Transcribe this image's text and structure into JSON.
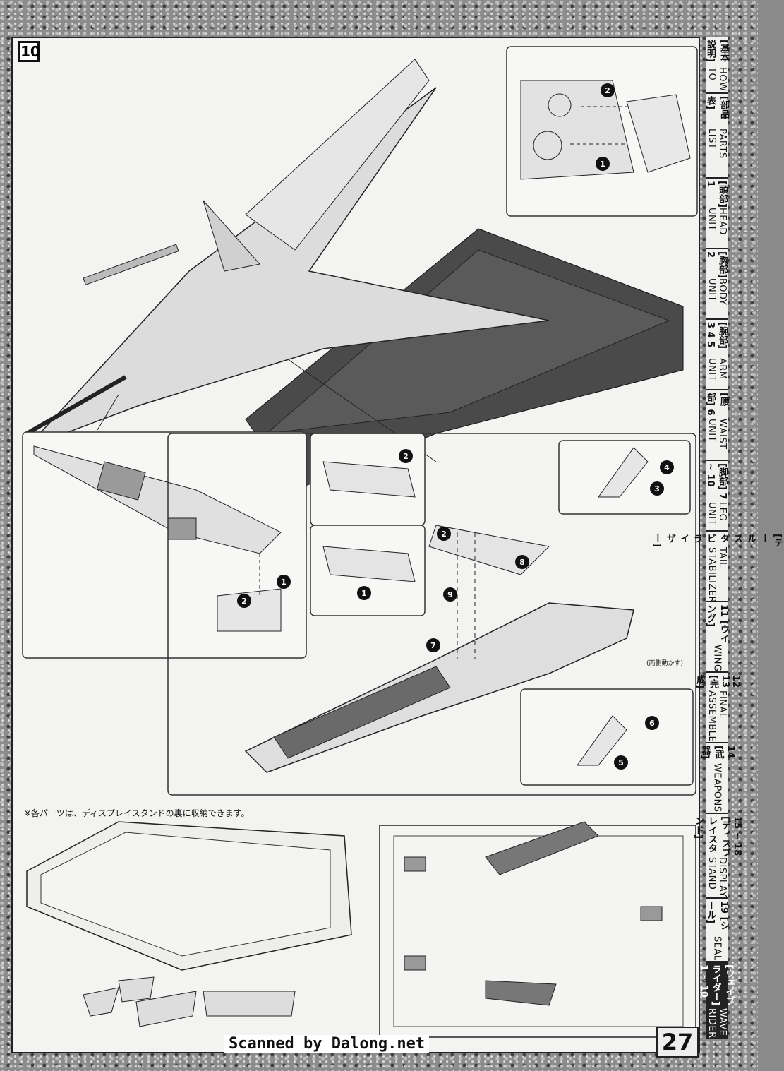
{
  "step_number": "10",
  "page_number": "27",
  "scan_credit": "Scanned by Dalong.net",
  "storage_note": "※各パーツは、ディスプレイスタンドの裏に収納できます。",
  "both_sides_label": "(両側動かす)",
  "step_markers": [
    "1",
    "2",
    "3",
    "4",
    "5",
    "6",
    "7",
    "8",
    "9"
  ],
  "sidebar": [
    {
      "jp": "[基本説明]",
      "en": "HOW TO"
    },
    {
      "jp": "[部品表]",
      "en": "PARTS LIST"
    },
    {
      "jp": "[頭部] 1",
      "en": "HEAD UNIT"
    },
    {
      "jp": "[胸部] 2",
      "en": "BODY UNIT"
    },
    {
      "jp": "[腕部] 3 4 5",
      "en": "ARM UNIT"
    },
    {
      "jp": "[腰部] 6",
      "en": "WAIST UNIT"
    },
    {
      "jp": "[脚部] 7 ~ 10",
      "en": "LEG UNIT"
    },
    {
      "jp": "[テールスタビライザー]",
      "en": "TAIL STABILIZER"
    },
    {
      "jp": "11 [ウイング]",
      "en": "WING"
    },
    {
      "jp": "12 13 [完成]",
      "en": "FINAL ASSEMBLE"
    },
    {
      "jp": "14 [武器]",
      "en": "WEAPONS"
    },
    {
      "jp": "15 ~ 18 [ディスプレイスタンド]",
      "en": "DISPLAY STAND"
    },
    {
      "jp": "19 [シール]",
      "en": "SEAL"
    },
    {
      "jp": "[ウェイブライダー] 1 ~ 10",
      "en": "WAVE RIDER"
    }
  ],
  "colors": {
    "ink": "#111111",
    "paper": "#f3f3f1",
    "active_tab": "#222222",
    "stand": "#4a4a4a"
  }
}
